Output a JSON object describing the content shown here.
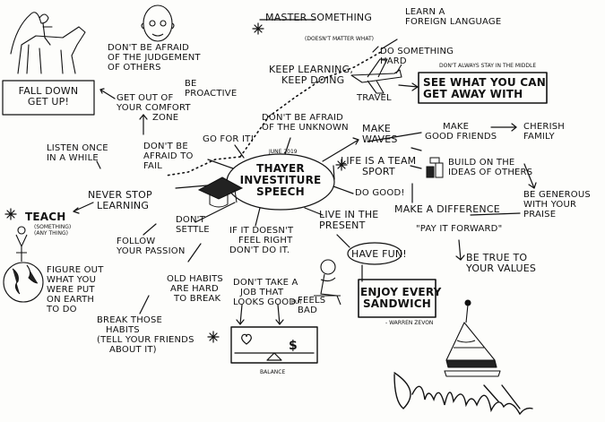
{
  "center": {
    "title_lines": [
      "THAYER",
      "INVESTITURE",
      "SPEECH"
    ],
    "date": "JUNE 2019"
  },
  "nodes": {
    "master_something": "MASTER SOMETHING",
    "doesnt_matter": "(DOESN'T MATTER WHAT)",
    "learn_language": [
      "LEARN A",
      "FOREIGN LANGUAGE"
    ],
    "do_something_hard": [
      "DO SOMETHING",
      "HARD"
    ],
    "keep_learning": [
      "KEEP LEARNING,",
      "KEEP DOING"
    ],
    "travel": "TRAVEL",
    "dont_always_stay": "DON'T ALWAYS STAY IN THE MIDDLE",
    "see_what": [
      "SEE WHAT YOU CAN",
      "GET AWAY WITH"
    ],
    "dont_be_afraid_judgement": [
      "DON'T BE AFRAID",
      "OF THE JUDGEMENT",
      "OF OTHERS"
    ],
    "fall_down": [
      "FALL DOWN",
      "GET UP!"
    ],
    "get_out": [
      "GET OUT OF",
      "YOUR COMFORT",
      "ZONE"
    ],
    "be_proactive": [
      "BE",
      "PROACTIVE"
    ],
    "go_for_it": "GO FOR IT!",
    "dont_be_afraid_unknown": [
      "DON'T BE AFRAID",
      "OF THE UNKNOWN"
    ],
    "make_waves": [
      "MAKE",
      "WAVES"
    ],
    "make_good_friends": [
      "MAKE",
      "GOOD FRIENDS"
    ],
    "cherish_family": [
      "CHERISH",
      "FAMILY"
    ],
    "life_team_sport": [
      "LIFE IS A TEAM",
      "SPORT"
    ],
    "build_on_ideas": [
      "BUILD ON THE",
      "IDEAS OF OTHERS"
    ],
    "listen_once": [
      "LISTEN ONCE",
      "IN A WHILE"
    ],
    "dont_be_afraid_fail": [
      "DON'T BE",
      "AFRAID TO",
      "FAIL"
    ],
    "do_good": "DO GOOD!",
    "be_generous": [
      "BE GENEROUS",
      "WITH YOUR",
      "PRAISE"
    ],
    "never_stop": [
      "NEVER STOP",
      "LEARNING"
    ],
    "make_difference": "MAKE A DIFFERENCE",
    "pay_it_forward": "\"PAY IT FORWARD\"",
    "teach": "TEACH",
    "teach_something": [
      "(SOMETHING)",
      "(ANY THING)"
    ],
    "dont_settle": [
      "DON'T",
      "SETTLE"
    ],
    "if_doesnt_feel": [
      "IF IT DOESN'T",
      "FEEL RIGHT",
      "DON'T DO IT."
    ],
    "live_present": [
      "LIVE IN THE",
      "PRESENT"
    ],
    "be_true": [
      "BE TRUE TO",
      "YOUR VALUES"
    ],
    "follow_passion": [
      "FOLLOW",
      "YOUR PASSION"
    ],
    "have_fun": "HAVE FUN!",
    "figure_out": [
      "FIGURE OUT",
      "WHAT YOU",
      "WERE PUT",
      "ON EARTH",
      "TO DO"
    ],
    "old_habits": [
      "OLD HABITS",
      "ARE HARD",
      "TO BREAK"
    ],
    "dont_take_job": [
      "DON'T TAKE A",
      "JOB THAT",
      "LOOKS GOOD"
    ],
    "but": "BUT",
    "feels_bad": [
      "FEELS",
      "BAD"
    ],
    "enjoy_sandwich": [
      "ENJOY EVERY",
      "SANDWICH"
    ],
    "warren_zevon": "- WARREN ZEVON",
    "break_habits": [
      "BREAK THOSE",
      "HABITS",
      "(TELL YOUR FRIENDS",
      "ABOUT IT)"
    ],
    "balance": "BALANCE"
  },
  "icons": {
    "horse_rider": "horse-and-rider-icon",
    "bald_head": "bald-man-head-icon",
    "graduation_cap": "mortarboard-icon",
    "airplane": "airplane-icon",
    "globe": "globe-with-figure-icon",
    "sad_person": "sad-sitting-person-icon",
    "sandwich": "sandwich-icon",
    "scale": "balance-scale-icon",
    "heart": "heart-icon",
    "dollar": "dollar-sign-icon",
    "blocks": "building-blocks-icon",
    "signature": "signature"
  },
  "colors": {
    "ink": "#111111",
    "paper": "#fdfdfb"
  }
}
